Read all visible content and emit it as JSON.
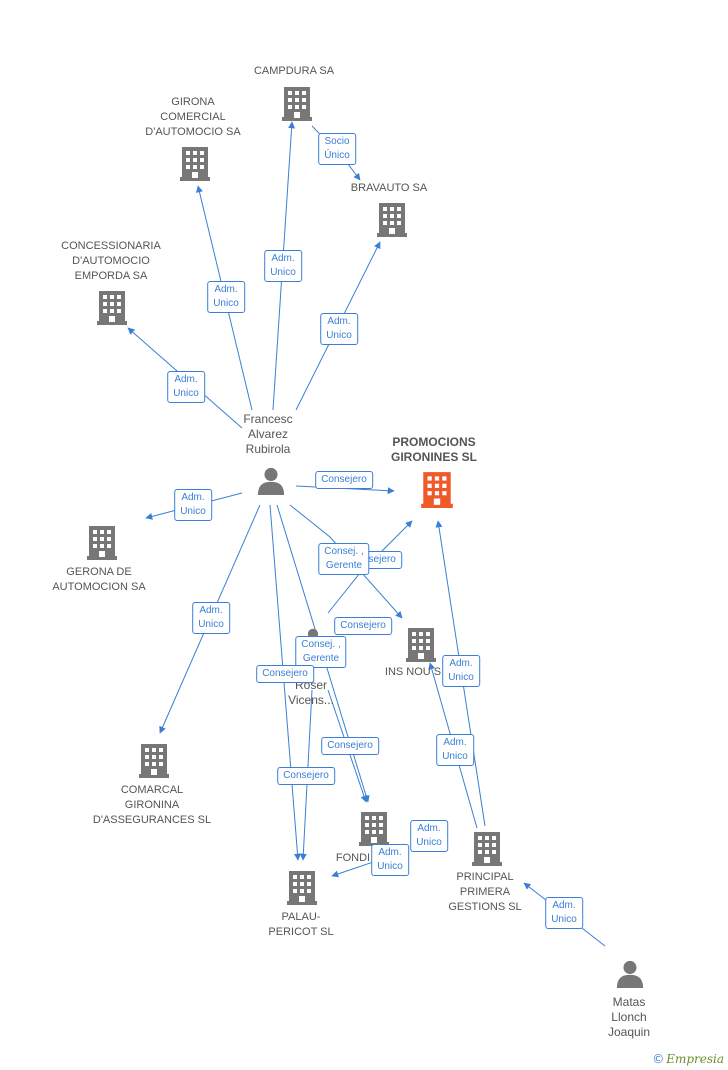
{
  "colors": {
    "edge": "#3a7fd5",
    "company": "#777777",
    "focus": "#f05a28",
    "person": "#777777",
    "brand": "#6a8f2a"
  },
  "nodes": {
    "campdura": "CAMPDURA SA",
    "girona_comercial": "GIRONA\nCOMERCIAL\nD'AUTOMOCIO SA",
    "bravauto": "BRAVAUTO SA",
    "concessionaria": "CONCESSIONARIA\nD'AUTOMOCIO\nEMPORDA SA",
    "francesc": "Francesc\nAlvarez\nRubirola",
    "promocions": "PROMOCIONS\nGIRONINES SL",
    "gerona_de": "GERONA DE\nAUTOMOCION SA",
    "ins_nou": "INS NOU S",
    "roser": "Roser\nVicens...",
    "roser_partial": "a",
    "comarcal": "COMARCAL\nGIRONINA\nD'ASSEGURANCES SL",
    "fondi": "FONDI",
    "principal": "PRINCIPAL\nPRIMERA\nGESTIONS  SL",
    "palau": "PALAU-\nPERICOT SL",
    "matas": "Matas\nLlonch\nJoaquin"
  },
  "edge_labels": {
    "socio_unico": "Socio\nÚnico",
    "adm_campdura": "Adm.\nUnico",
    "adm_girona": "Adm.\nUnico",
    "adm_bravauto": "Adm.\nUnico",
    "adm_concessionaria": "Adm.\nUnico",
    "consejero_promocions": "Consejero",
    "adm_gerona": "Adm.\nUnico",
    "consejero_hidden": "Consejero",
    "consej_gerente_1": "Consej. ,\nGerente",
    "consejero_insnou": "Consejero",
    "adm_comarcal": "Adm.\nUnico",
    "consej_gerente_2": "Consej. ,\nGerente",
    "consejero_roser": "Consejero",
    "adm_insnou": "Adm.\nUnico",
    "adm_principal_insnou": "Adm.\nUnico",
    "consejero_fondi": "Consejero",
    "consejero_palau": "Consejero",
    "adm_fondi_palau": "Adm.\nUnico",
    "adm_fondi": "Adm.\nUnico",
    "adm_matas": "Adm.\nUnico"
  },
  "brand": {
    "symbol": "©",
    "name": "Empresia"
  }
}
